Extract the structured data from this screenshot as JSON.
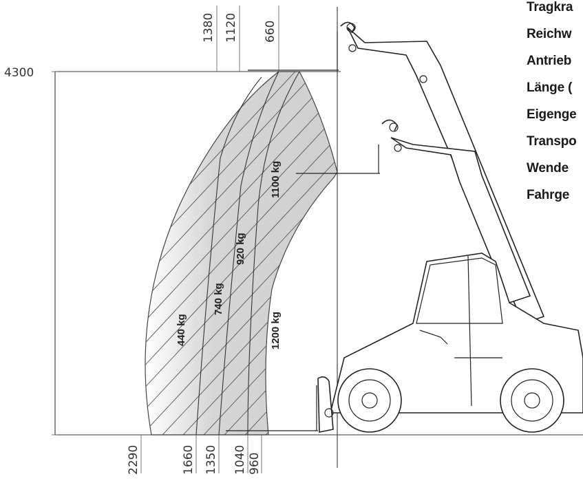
{
  "diagram": {
    "height_label": "4300",
    "top_dims": [
      "1380",
      "1120",
      "660"
    ],
    "bottom_dims": [
      "2290",
      "1660",
      "1350",
      "1040",
      "960"
    ],
    "load_zones": [
      "1100 kg",
      "920 kg",
      "740 kg",
      "440 kg",
      "1200 kg"
    ]
  },
  "specs": [
    "Tragkra",
    "Reichw",
    "Antrieb",
    "Länge (",
    "Eigenge",
    "Transpo",
    "Wende",
    "Fahrge"
  ]
}
